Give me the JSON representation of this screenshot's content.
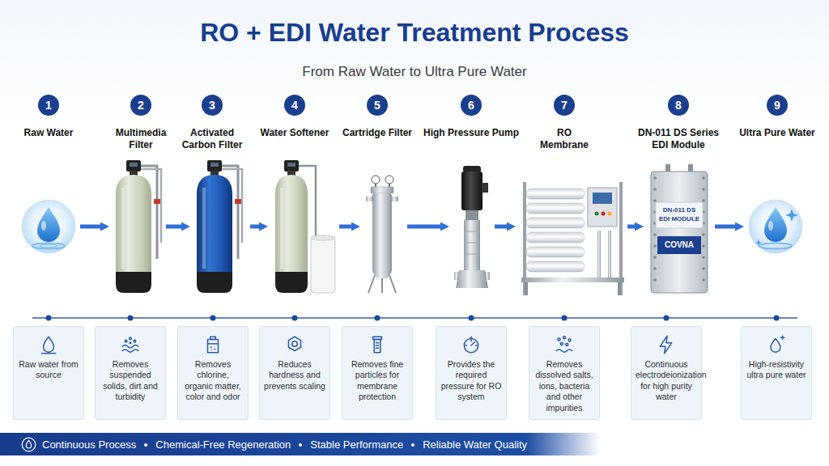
{
  "diagram": {
    "title": "RO + EDI Water Treatment Process",
    "nodes": [
      {
        "text": [
          "1"
        ]
      },
      {
        "text": [
          "2"
        ]
      },
      {
        "text": [
          "3"
        ]
      },
      {
        "text": [
          "4"
        ]
      },
      {
        "text": [
          "5"
        ]
      },
      {
        "text": [
          "6"
        ]
      },
      {
        "text": [
          "7"
        ]
      },
      {
        "text": [
          "8"
        ]
      },
      {
        "text": [
          "9"
        ]
      },
      {
        "text": [
          "Raw Water"
        ]
      },
      {
        "text": [
          "Multimedia Filter"
        ]
      },
      {
        "text": [
          "Activated Carbon Filter"
        ]
      },
      {
        "text": [
          "Water Softener"
        ]
      },
      {
        "text": [
          "Cartridge Filter"
        ]
      },
      {
        "text": [
          "High Pressure Pump"
        ]
      },
      {
        "text": [
          "RO Membrane"
        ]
      },
      {
        "text": [
          "DN-011 DS Series EDI Module"
        ]
      },
      {
        "text": [
          "Ultra Pure Water"
        ]
      },
      {
        "text": [
          "Raw water from source"
        ]
      },
      {
        "text": [
          "Removes suspended solids, dirt and turbidity"
        ]
      },
      {
        "text": [
          "Removes chlorine, organic matter, color and odor"
        ]
      },
      {
        "text": [
          "Reduces hardness and prevents scaling"
        ]
      },
      {
        "text": [
          "Removes fine particles for membrane protection"
        ]
      },
      {
        "text": [
          "Provides the required pressure for RO system"
        ]
      },
      {
        "text": [
          "Removes dissolved salts, ions, bacteria and other impurities"
        ]
      },
      {
        "text": [
          "Continuous electrodeionization for high purity water"
        ]
      },
      {
        "text": [
          "High-resistivity ultra pure water"
        ]
      },
      {
        "text": [
          "Continuous Process",
          "Chemical-Free Regeneration",
          "Stable Performance",
          "Reliable Water Quality"
        ]
      }
    ],
    "edges": [
      {
        "from": 9,
        "to": 10,
        "arrow": "to"
      },
      {
        "from": 10,
        "to": 11,
        "arrow": "to"
      },
      {
        "from": 11,
        "to": 12,
        "arrow": "to"
      },
      {
        "from": 12,
        "to": 13,
        "arrow": "to"
      },
      {
        "from": 13,
        "to": 14,
        "arrow": "to"
      },
      {
        "from": 14,
        "to": 15,
        "arrow": "to"
      },
      {
        "from": 15,
        "to": 16,
        "arrow": "to"
      },
      {
        "from": 16,
        "to": 17,
        "arrow": "to"
      }
    ],
    "labels": [
      "From Raw Water to Ultra Pure Water",
      "DN-011 DS",
      "EDI MODULE",
      "COVNA"
    ]
  }
}
